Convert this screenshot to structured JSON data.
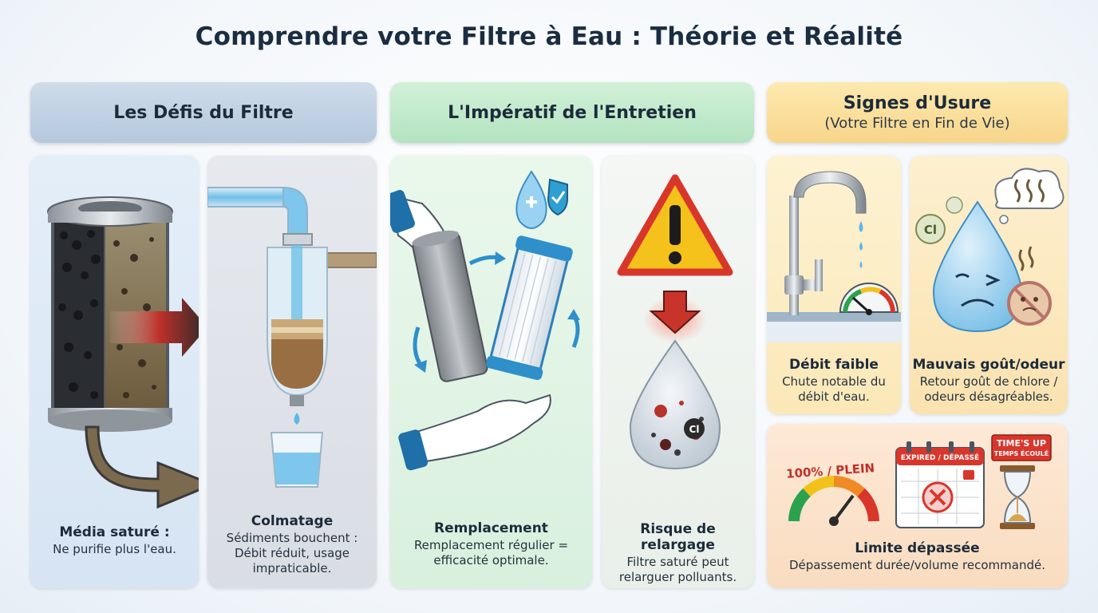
{
  "title": "Comprendre votre Filtre à Eau : Théorie et Réalité",
  "sections": {
    "defis": {
      "title": "Les Défis du Filtre"
    },
    "entretien": {
      "title": "L'Impératif de l'Entretien"
    },
    "usure": {
      "title": "Signes d'Usure",
      "subtitle": "(Votre Filtre en Fin de Vie)"
    }
  },
  "cards": {
    "media": {
      "title": "Média saturé :",
      "desc": "Ne purifie plus l'eau."
    },
    "colmatage": {
      "title": "Colmatage",
      "desc": "Sédiments bouchent : Débit réduit, usage impraticable."
    },
    "remplacement": {
      "title": "Remplacement",
      "desc": "Remplacement régulier = efficacité optimale."
    },
    "relargage": {
      "title": "Risque de relargage",
      "desc": "Filtre saturé peut relarguer polluants."
    },
    "debit": {
      "title": "Débit faible",
      "desc": "Chute notable du débit d'eau."
    },
    "gout": {
      "title": "Mauvais goût/odeur",
      "desc": "Retour goût de chlore / odeurs désagréables."
    },
    "limite": {
      "title": "Limite dépassée",
      "desc": "Dépassement durée/volume recommandé."
    }
  },
  "illustration_text": {
    "chlore_bubble": "Cl",
    "drop_chlore": "Cl",
    "gauge_label": "100% / PLEIN",
    "calendar_label": "EXPIRED / DÉPASSÉ",
    "timer_label_1": "TIME'S UP",
    "timer_label_2": "TEMPS ÉCOULÉ"
  },
  "colors": {
    "defis": "#c3d4e6",
    "entretien": "#c2eacc",
    "usure": "#fadf9c",
    "water": "#5fb6e8",
    "warning": "#f5c21b",
    "danger": "#d9362b"
  }
}
